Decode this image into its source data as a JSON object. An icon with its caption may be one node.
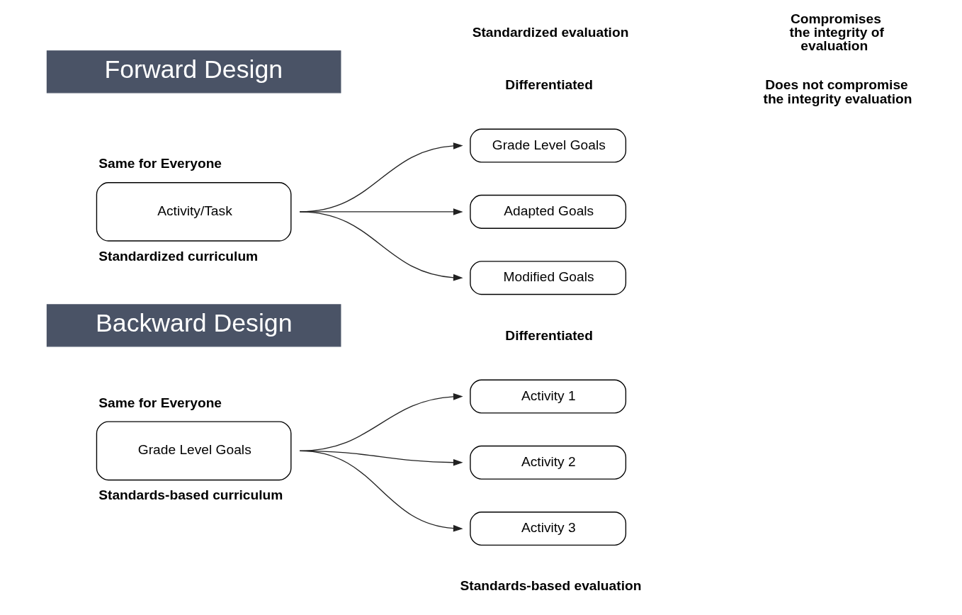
{
  "diagram": {
    "nodes": [
      {
        "text": [
          "Forward Design"
        ]
      },
      {
        "text": [
          "Activity/Task"
        ],
        "beside": [
          "Same for Everyone",
          "Standardized curriculum"
        ]
      },
      {
        "text": [
          "Grade Level Goals"
        ]
      },
      {
        "text": [
          "Adapted Goals"
        ]
      },
      {
        "text": [
          "Modified Goals"
        ]
      },
      {
        "text": [
          "Backward Design"
        ]
      },
      {
        "text": [
          "Grade Level Goals"
        ],
        "beside": [
          "Same for Everyone",
          "Standards-based curriculum"
        ]
      },
      {
        "text": [
          "Activity 1"
        ]
      },
      {
        "text": [
          "Activity 2"
        ]
      },
      {
        "text": [
          "Activity 3"
        ]
      }
    ],
    "edges": [
      {
        "from": 1,
        "to": 2,
        "arrow": "to"
      },
      {
        "from": 1,
        "to": 3,
        "arrow": "to"
      },
      {
        "from": 1,
        "to": 4,
        "arrow": "to"
      },
      {
        "from": 6,
        "to": 7,
        "arrow": "to"
      },
      {
        "from": 6,
        "to": 8,
        "arrow": "to"
      },
      {
        "from": 6,
        "to": 9,
        "arrow": "to"
      }
    ],
    "labels": [
      "Standardized evaluation",
      "Differentiated",
      "Compromises the integrity of evaluation",
      "Differentiated",
      "Does not compromise the integrity evaluation",
      "Standards-based evaluation"
    ]
  }
}
